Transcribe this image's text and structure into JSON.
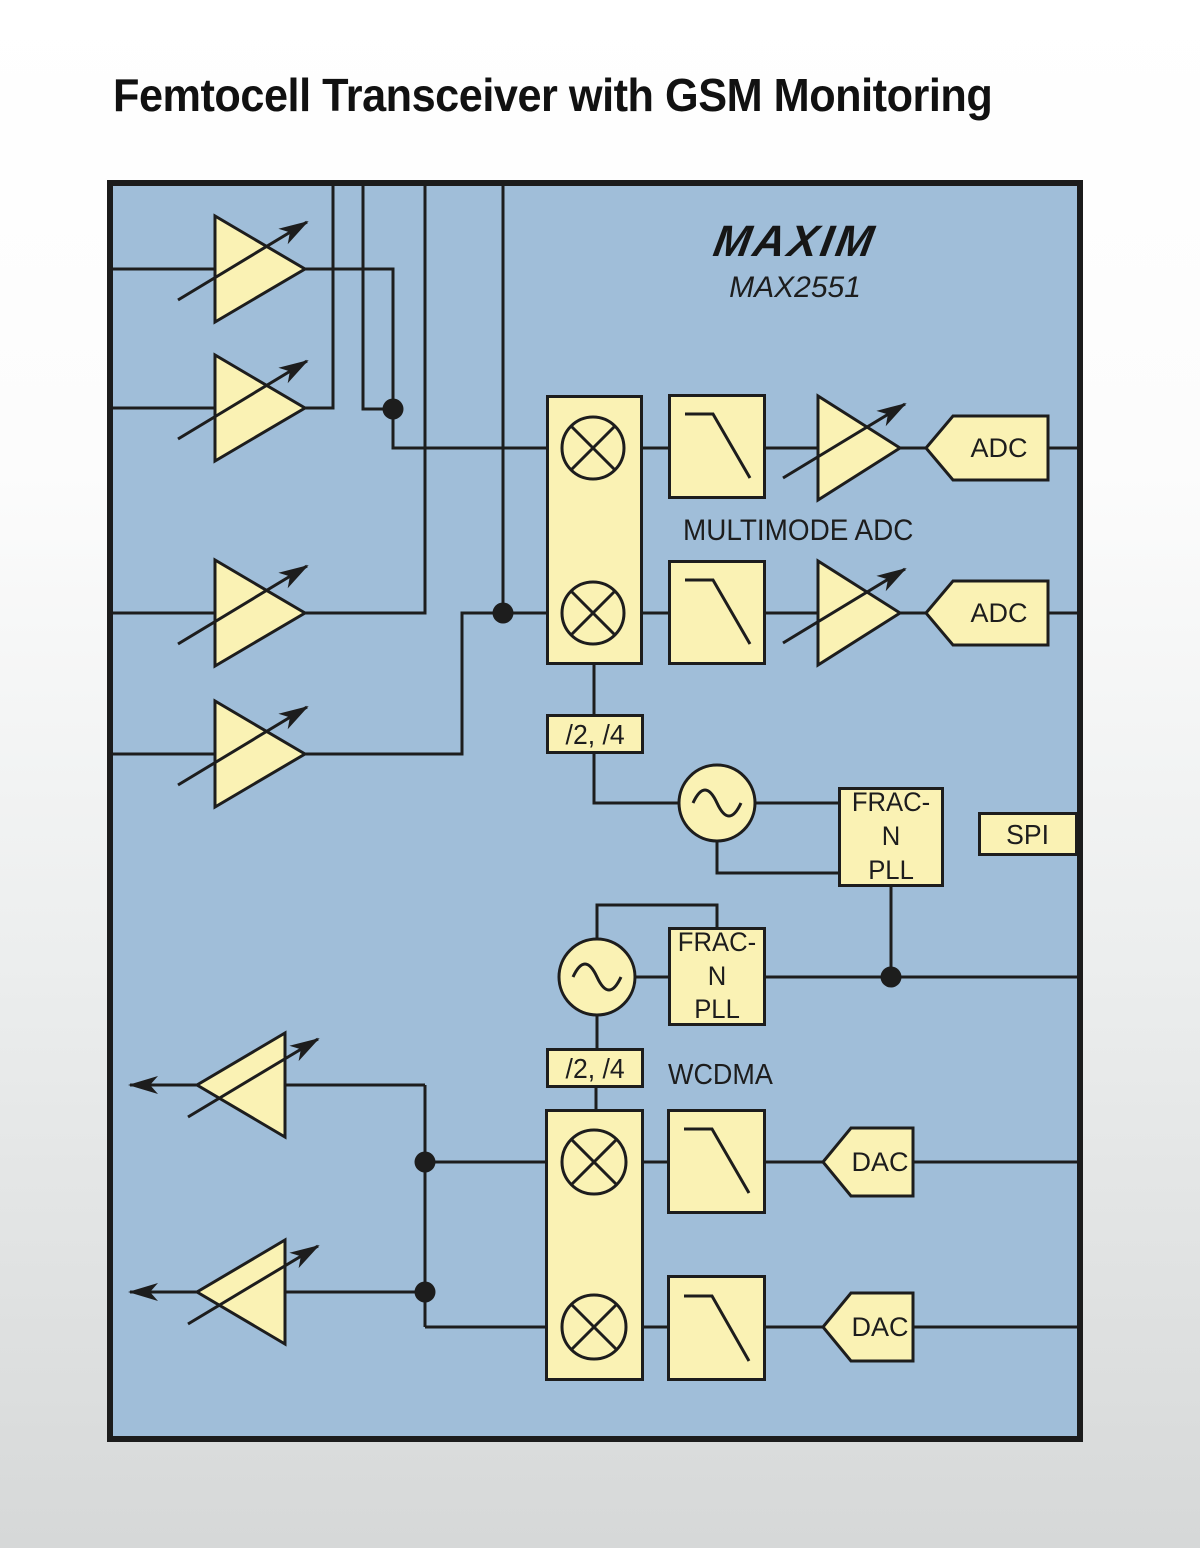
{
  "title": "Femtocell Transceiver with GSM Monitoring",
  "brand": {
    "logo": "MAXIM",
    "part": "MAX2551"
  },
  "labels": {
    "multimode_adc": "MULTIMODE ADC",
    "wcdma": "WCDMA",
    "divider": "/2, /4",
    "frac_n_line1": "FRAC-N",
    "frac_n_line2": "PLL",
    "spi": "SPI",
    "adc": "ADC",
    "dac": "DAC"
  },
  "colors": {
    "panel_blue": "#a0bed9",
    "block_yellow": "#faf2b4",
    "line_black": "#1d1d1d",
    "background_top": "#ffffff",
    "background_bottom": "#d6d8d8"
  }
}
